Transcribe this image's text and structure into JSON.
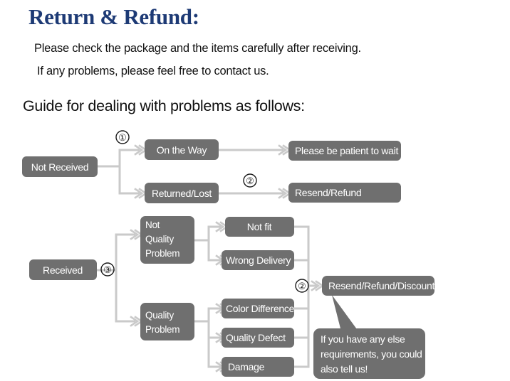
{
  "page": {
    "title": "Return & Refund:",
    "title_color": "#1d3a75",
    "intro_line_1": "Please check the package and the items carefully after receiving.",
    "intro_line_2": "If any problems, please feel free to contact us.",
    "guide_heading": "Guide for dealing with problems as follows:",
    "node_color": "#6f6f6f",
    "connector_color": "#cacaca",
    "node_text_color": "#ffffff"
  },
  "flow": {
    "roots": [
      {
        "id": "not-received",
        "label": "Not Received"
      },
      {
        "id": "received",
        "label": "Received"
      }
    ],
    "steps": [
      {
        "id": "step-1",
        "label": "①"
      },
      {
        "id": "step-2-top",
        "label": "②"
      },
      {
        "id": "step-3",
        "label": "③"
      },
      {
        "id": "step-2-bottom",
        "label": "②"
      }
    ],
    "not_received_branch": {
      "states": [
        {
          "id": "on-the-way",
          "label": "On the Way"
        },
        {
          "id": "returned-lost",
          "label": "Returned/Lost"
        }
      ],
      "outcomes": [
        {
          "id": "please-be-patient-to-wait",
          "label": "Please be patient to wait"
        },
        {
          "id": "resend-refund",
          "label": "Resend/Refund"
        }
      ]
    },
    "received_branch": {
      "categories": [
        {
          "id": "not-quality-problem",
          "lines": [
            "Not",
            "Quality",
            "Problem"
          ]
        },
        {
          "id": "quality-problem",
          "lines": [
            "Quality",
            "Problem"
          ]
        }
      ],
      "issues": [
        {
          "id": "not-fit",
          "label": "Not fit"
        },
        {
          "id": "wrong-delivery",
          "label": "Wrong Delivery"
        },
        {
          "id": "color-difference",
          "label": "Color Difference"
        },
        {
          "id": "quality-defect",
          "label": "Quality Defect"
        },
        {
          "id": "damage",
          "label": "Damage"
        }
      ],
      "outcome": {
        "id": "resend-refund-discount",
        "label": "Resend/Refund/Discount"
      }
    },
    "callout": {
      "id": "extra-requirements-callout",
      "lines": [
        "If you have any else",
        "requirements, you could",
        "also tell us!"
      ]
    }
  }
}
